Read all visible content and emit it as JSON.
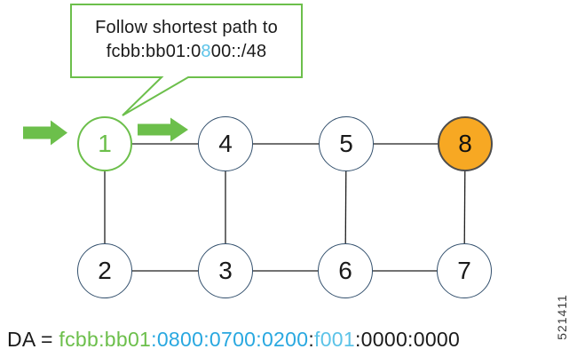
{
  "figure": {
    "id": "521411"
  },
  "callout": {
    "line1": "Follow shortest path to",
    "line2_pre": "fcbb:bb01:0",
    "line2_highlight": "8",
    "line2_post": "00::/48"
  },
  "nodes": [
    {
      "label": "1",
      "variant": "source"
    },
    {
      "label": "2",
      "variant": "default"
    },
    {
      "label": "3",
      "variant": "default"
    },
    {
      "label": "4",
      "variant": "default"
    },
    {
      "label": "5",
      "variant": "default"
    },
    {
      "label": "6",
      "variant": "default"
    },
    {
      "label": "7",
      "variant": "default"
    },
    {
      "label": "8",
      "variant": "destination"
    }
  ],
  "links": [
    "1-4",
    "4-5",
    "5-8",
    "2-3",
    "3-6",
    "6-7",
    "1-2",
    "4-3",
    "5-6",
    "8-7"
  ],
  "da": {
    "label": "DA = ",
    "segments": [
      {
        "text": "fcbb:bb01",
        "color": "green"
      },
      {
        "text": ":0800:0700:0200",
        "color": "blue"
      },
      {
        "text": ":",
        "color": "black"
      },
      {
        "text": "f001",
        "color": "light-blue"
      },
      {
        "text": ":0000:0000",
        "color": "black"
      }
    ]
  },
  "colors": {
    "green": "#6cbf4b",
    "blue": "#29a8e0",
    "light_blue": "#5cc3e8",
    "navy": "#33506d",
    "orange": "#f7a823",
    "node8_stroke": "#4d4d4d",
    "line": "#1f1f1f",
    "text": "#1a1a1a"
  }
}
